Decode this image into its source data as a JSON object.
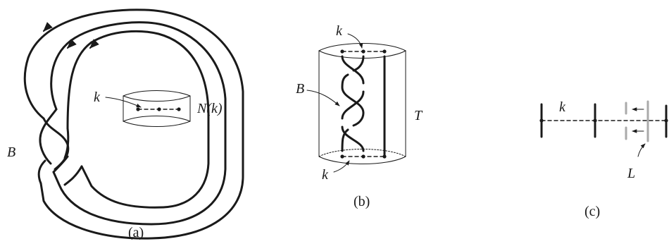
{
  "panels": [
    {
      "caption": "(a)",
      "labels": {
        "braid": "B",
        "arc": "k",
        "neighborhood": "N(k)"
      }
    },
    {
      "caption": "(b)",
      "labels": {
        "braid": "B",
        "arc_top": "k",
        "arc_bottom": "k",
        "cylinder": "T"
      }
    },
    {
      "caption": "(c)",
      "labels": {
        "arc": "k",
        "link": "L"
      }
    }
  ]
}
